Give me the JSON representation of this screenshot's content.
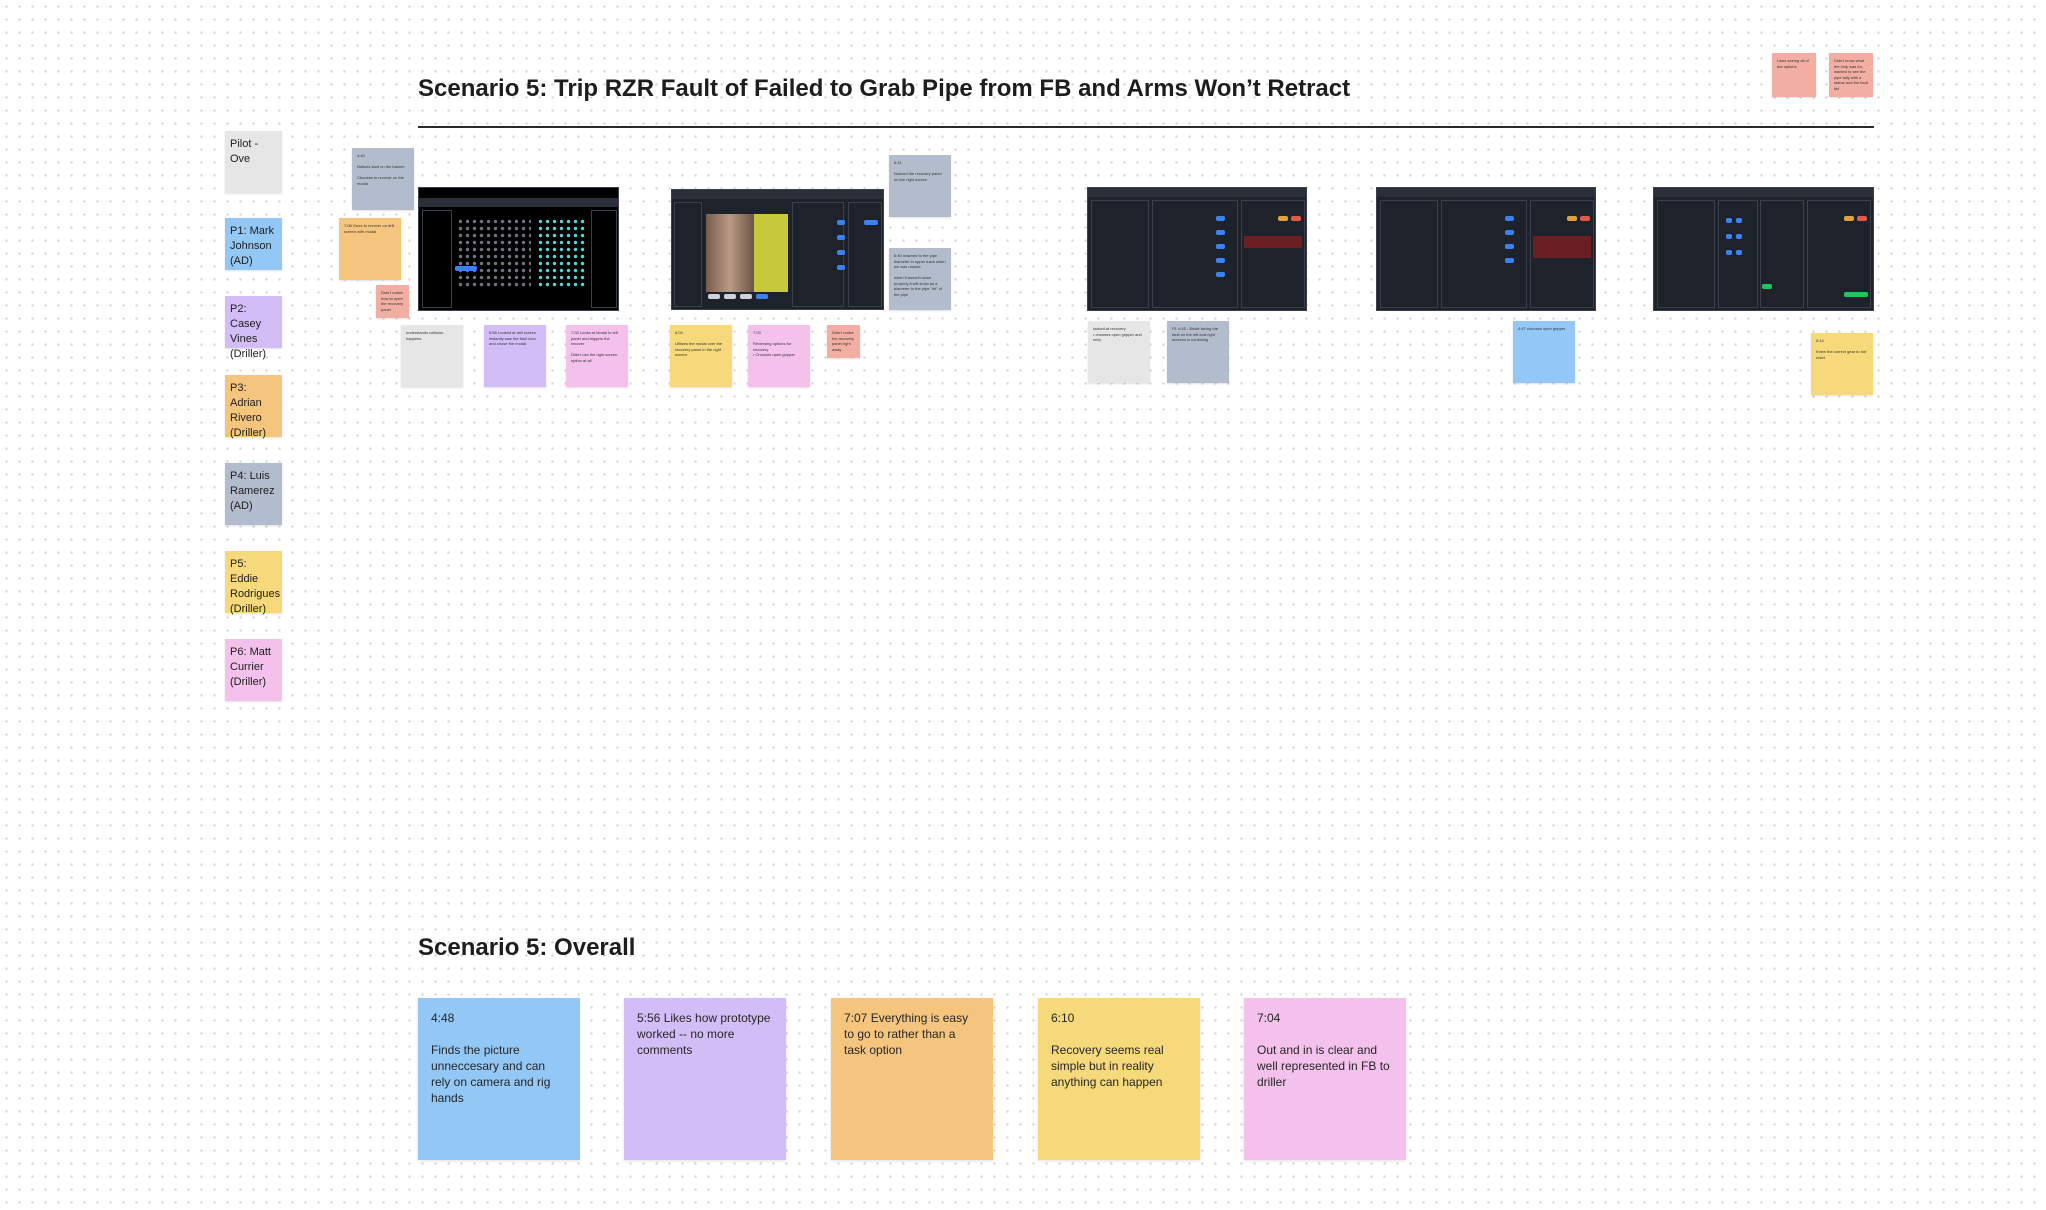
{
  "header": {
    "title": "Scenario 5: Trip RZR Fault of Failed to Grab Pipe from FB and Arms Won’t Retract",
    "overall_title": "Scenario 5: Overall"
  },
  "legend": [
    {
      "label": "Pilot - Ove",
      "color": "#e6e6e6"
    },
    {
      "label": "P1: Mark Johnson (AD)",
      "color": "#93c7f5"
    },
    {
      "label": "P2: Casey Vines (Driller)",
      "color": "#d3bdf7"
    },
    {
      "label": "P3: Adrian Rivero (Driller)",
      "color": "#f5c57e"
    },
    {
      "label": "P4: Luis Ramerez (AD)",
      "color": "#b2bccd"
    },
    {
      "label": "P5: Eddie Rodrigues (Driller)",
      "color": "#f5d97a"
    },
    {
      "label": "P6: Matt Currier (Driller)",
      "color": "#f3c1ec"
    }
  ],
  "small_notes": {
    "n1": "4:40\n\nNotices fault on the banner\n\nChooses to recover on the modal",
    "n2": "7:08 Goes to recover on drill screen with modal",
    "n3": "Didn't notice how to open the recovery panel",
    "n4": "understands collision happens",
    "n5": "5:58 Looked at drill screen instantly saw the fault icon and chose the modal",
    "n6": "7:02 Looks at Modal to left panel and triggers the recover\n\nDidn't use the right screen option at all",
    "n7": "6:04\n\nUtilizes the modal over the recovery panel in the right screen",
    "n8": "7:03\n\nReviewing options for recovery\n• Chooses open gripper",
    "n9": "Didn't notice the recovery panel right away",
    "n10": "6:41\n\nNoticed the recovery panel on the right screen",
    "n11": "6:40 reached to the pipe diameter in upper track when we was unsure\n\nwhen it doesn't close properly it will show as a diameter to the pipe \"hit\" of the pipe",
    "n12": "looked at recovery\n• chooses open gripper and retry",
    "n13": "P1 4:45 - Birdie facing the fault on the left and right screens is confusing",
    "n14": "4:47 chooses open gripper",
    "n15": "6:14\n\nKnew the correct gear to hot reset",
    "n16": "Likes seeing all of the options",
    "n17": "Didn't know what the chip was for, wanted to see the pipe tally with a status and the fault list"
  },
  "overall_notes": [
    {
      "text": "4:48\n\nFinds the picture unneccesary and can rely on camera and rig hands"
    },
    {
      "text": "5:56 Likes how prototype worked -- no more comments"
    },
    {
      "text": "7:07 Everything is easy to go to rather than a task option"
    },
    {
      "text": "6:10\n\nRecovery seems real simple but in reality anything can happen"
    },
    {
      "text": "7:04\n\nOut and in is clear and well represented in FB to driller"
    }
  ]
}
